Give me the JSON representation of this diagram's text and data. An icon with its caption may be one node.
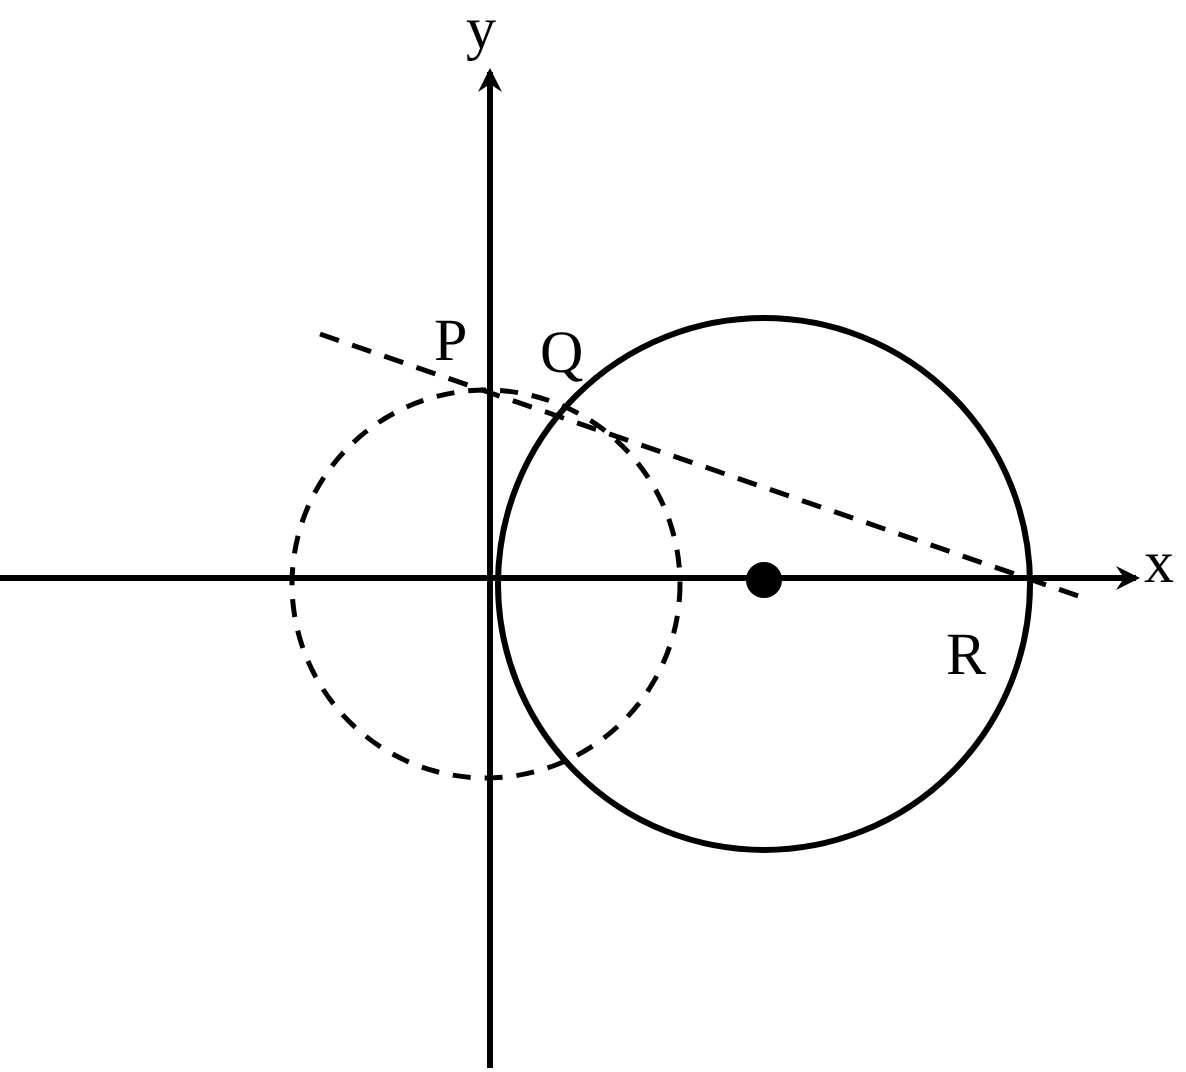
{
  "diagram": {
    "labels": [
      "y",
      "P",
      "Q",
      "x",
      "R"
    ]
  }
}
